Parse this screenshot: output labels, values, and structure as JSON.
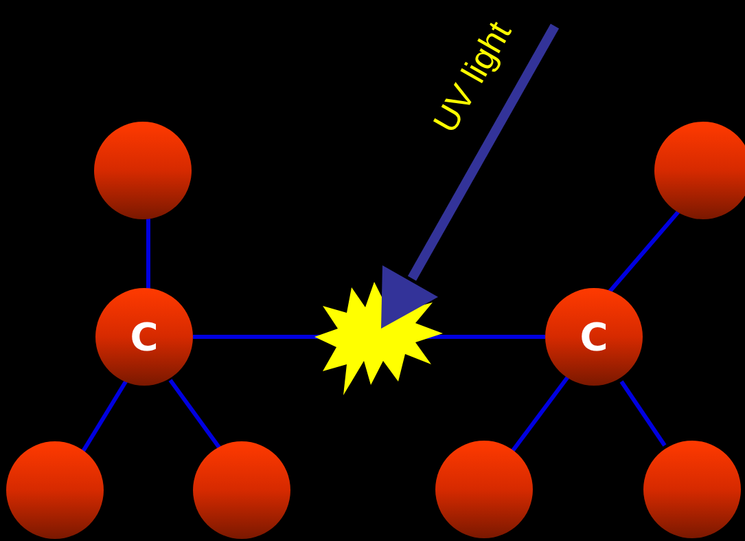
{
  "diagram": {
    "nodes": [
      {
        "text": [
          "C"
        ]
      },
      {
        "text": [
          "C"
        ]
      }
    ],
    "edges": [
      {
        "from": 0,
        "to": 1,
        "arrow": "none"
      }
    ],
    "labels": [
      "UV light"
    ]
  }
}
